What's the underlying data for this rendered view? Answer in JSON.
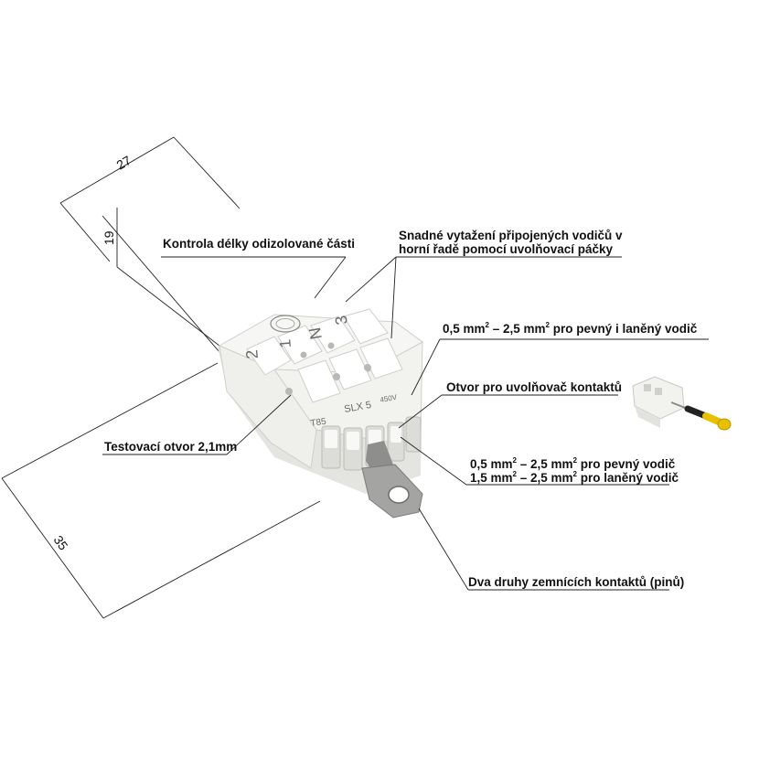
{
  "dimensions": {
    "width": "27",
    "height": "19",
    "depth": "35"
  },
  "labels": {
    "strip_check": "Kontrola délky odizolované části",
    "release_line1": "Snadné vytažení připojených vodičů v",
    "release_line2": "horní řadě pomocí uvolňovací páčky",
    "cross_section_top": {
      "pre": "0,5 mm",
      "sup1": "2",
      "mid": " – 2,5 mm",
      "sup2": "2",
      "post": " pro pevný i laněný vodič"
    },
    "release_hole": "Otvor pro uvolňovač kontaktů",
    "test_hole": "Testovací otvor 2,1mm",
    "cross_solid": {
      "pre": "0,5 mm",
      "sup1": "2",
      "mid": " – 2,5 mm",
      "sup2": "2",
      "post": " pro pevný vodič"
    },
    "cross_stranded": {
      "pre": "1,5 mm",
      "sup1": "2",
      "mid": " – 2,5 mm",
      "sup2": "2",
      "post": " pro laněný vodič"
    },
    "ground_pins": "Dva druhy zemnících kontaktů (pinů)"
  },
  "product_markings": {
    "terminals": [
      "2",
      "1",
      "N",
      "3"
    ],
    "temp": "T85",
    "model": "SLX 5",
    "voltage": "450V"
  },
  "colors": {
    "body": "#f4f4f2",
    "shadow": "#d6d6d2",
    "metal": "#9a9a98",
    "screwdriver_handle": "#e8c000",
    "screwdriver_grip": "#222222"
  }
}
